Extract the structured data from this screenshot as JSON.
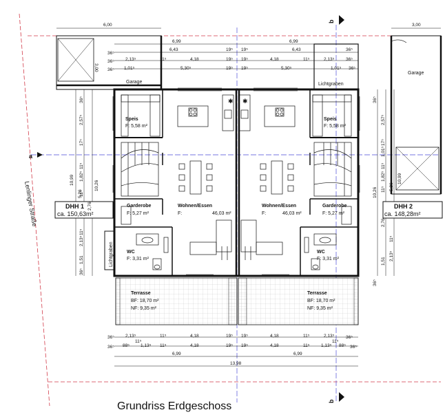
{
  "title": "Grundriss Erdgeschoss",
  "street": "Lenlinger Straße",
  "section_marks": {
    "a": "a",
    "b": "b"
  },
  "top_dims": {
    "garage_left": "6,00",
    "garage_right": "3,00",
    "row1_left": "6,99",
    "row1_right": "6,99",
    "row2": [
      "36⁵",
      "6,43",
      "19⁵",
      "19⁵",
      "6,43",
      "36⁵"
    ],
    "row3": [
      "36⁵",
      "2,13⁵",
      "11⁵",
      "4,18",
      "19⁵",
      "19⁵",
      "4,18",
      "11⁵",
      "2,13⁵",
      "36⁵"
    ],
    "row4": [
      "36⁵",
      "1,01⁵",
      "5,30⁵",
      "19⁵",
      "19⁵",
      "5,30⁵",
      "1,01⁵",
      "36⁵"
    ],
    "garage_depth": "3,00"
  },
  "bottom_dims": {
    "row1": [
      "36⁵",
      "2,13⁵",
      "11⁵",
      "4,18",
      "19⁵",
      "19⁵",
      "4,18",
      "11⁵",
      "2,13⁵",
      "36⁵"
    ],
    "row1_sub": [
      "11⁵",
      "11⁵"
    ],
    "row2": [
      "36⁵",
      "88⁵",
      "1,13⁵",
      "11⁵",
      "4,18",
      "19⁵",
      "19⁵",
      "4,18",
      "11⁵",
      "1,13⁵",
      "88⁵",
      "36⁵"
    ],
    "row3_left": "6,99",
    "row3_right": "6,99",
    "total": "13,98"
  },
  "left_dims": [
    "36⁵",
    "2,57⁵",
    "17⁵",
    "1,82⁵",
    "11⁵",
    "2,76",
    "11⁵",
    "2,13⁵",
    "11⁵",
    "1,51",
    "36⁵"
  ],
  "left_dims_outer": [
    "10,99",
    "5,26",
    "10,26"
  ],
  "right_dims": [
    "36⁵",
    "2,57⁵",
    "17⁵",
    "1,01⁵",
    "11⁵",
    "1,82⁵",
    "11⁵",
    "2,76",
    "11⁵",
    "2,13⁵",
    "1,51",
    "36⁵"
  ],
  "right_dims_outer": [
    "10,26",
    "5,26",
    "10,99"
  ],
  "units": {
    "dhh1": {
      "name": "DHH 1",
      "area": "ca. 150,63m²"
    },
    "dhh2": {
      "name": "DHH 2",
      "area": "ca. 148,28m²"
    }
  },
  "rooms_left": {
    "garage": "Garage",
    "speis": "Speis",
    "speis_area": "F: 5,58 m²",
    "wohnen": "Wohnen/Essen",
    "wohnen_prefix": "F:",
    "wohnen_area": "46,03 m²",
    "garderobe": "Garderobe",
    "garderobe_area": "F: 5,27 m²",
    "wc": "WC",
    "wc_area": "F: 3,31 m²",
    "lichtgraben": "Lichtgraben",
    "terrasse": "Terrasse",
    "terrasse_bf": "BF: 18,70 m²",
    "terrasse_nf": "NF: 9,35 m²"
  },
  "rooms_right": {
    "garage": "Garage",
    "lichtgraben": "Lichtgraben",
    "speis": "Speis",
    "speis_area": "F: 5,58 m²",
    "wohnen": "Wohnen/Essen",
    "wohnen_prefix": "F:",
    "wohnen_area": "46,03 m²",
    "garderobe": "Garderobe",
    "garderobe_area": "F: 5,27 m²",
    "wc": "WC",
    "wc_area": "F: 3,31 m²",
    "terrasse": "Terrasse",
    "terrasse_bf": "BF: 18,70 m²",
    "terrasse_nf": "NF: 9,35 m²"
  }
}
